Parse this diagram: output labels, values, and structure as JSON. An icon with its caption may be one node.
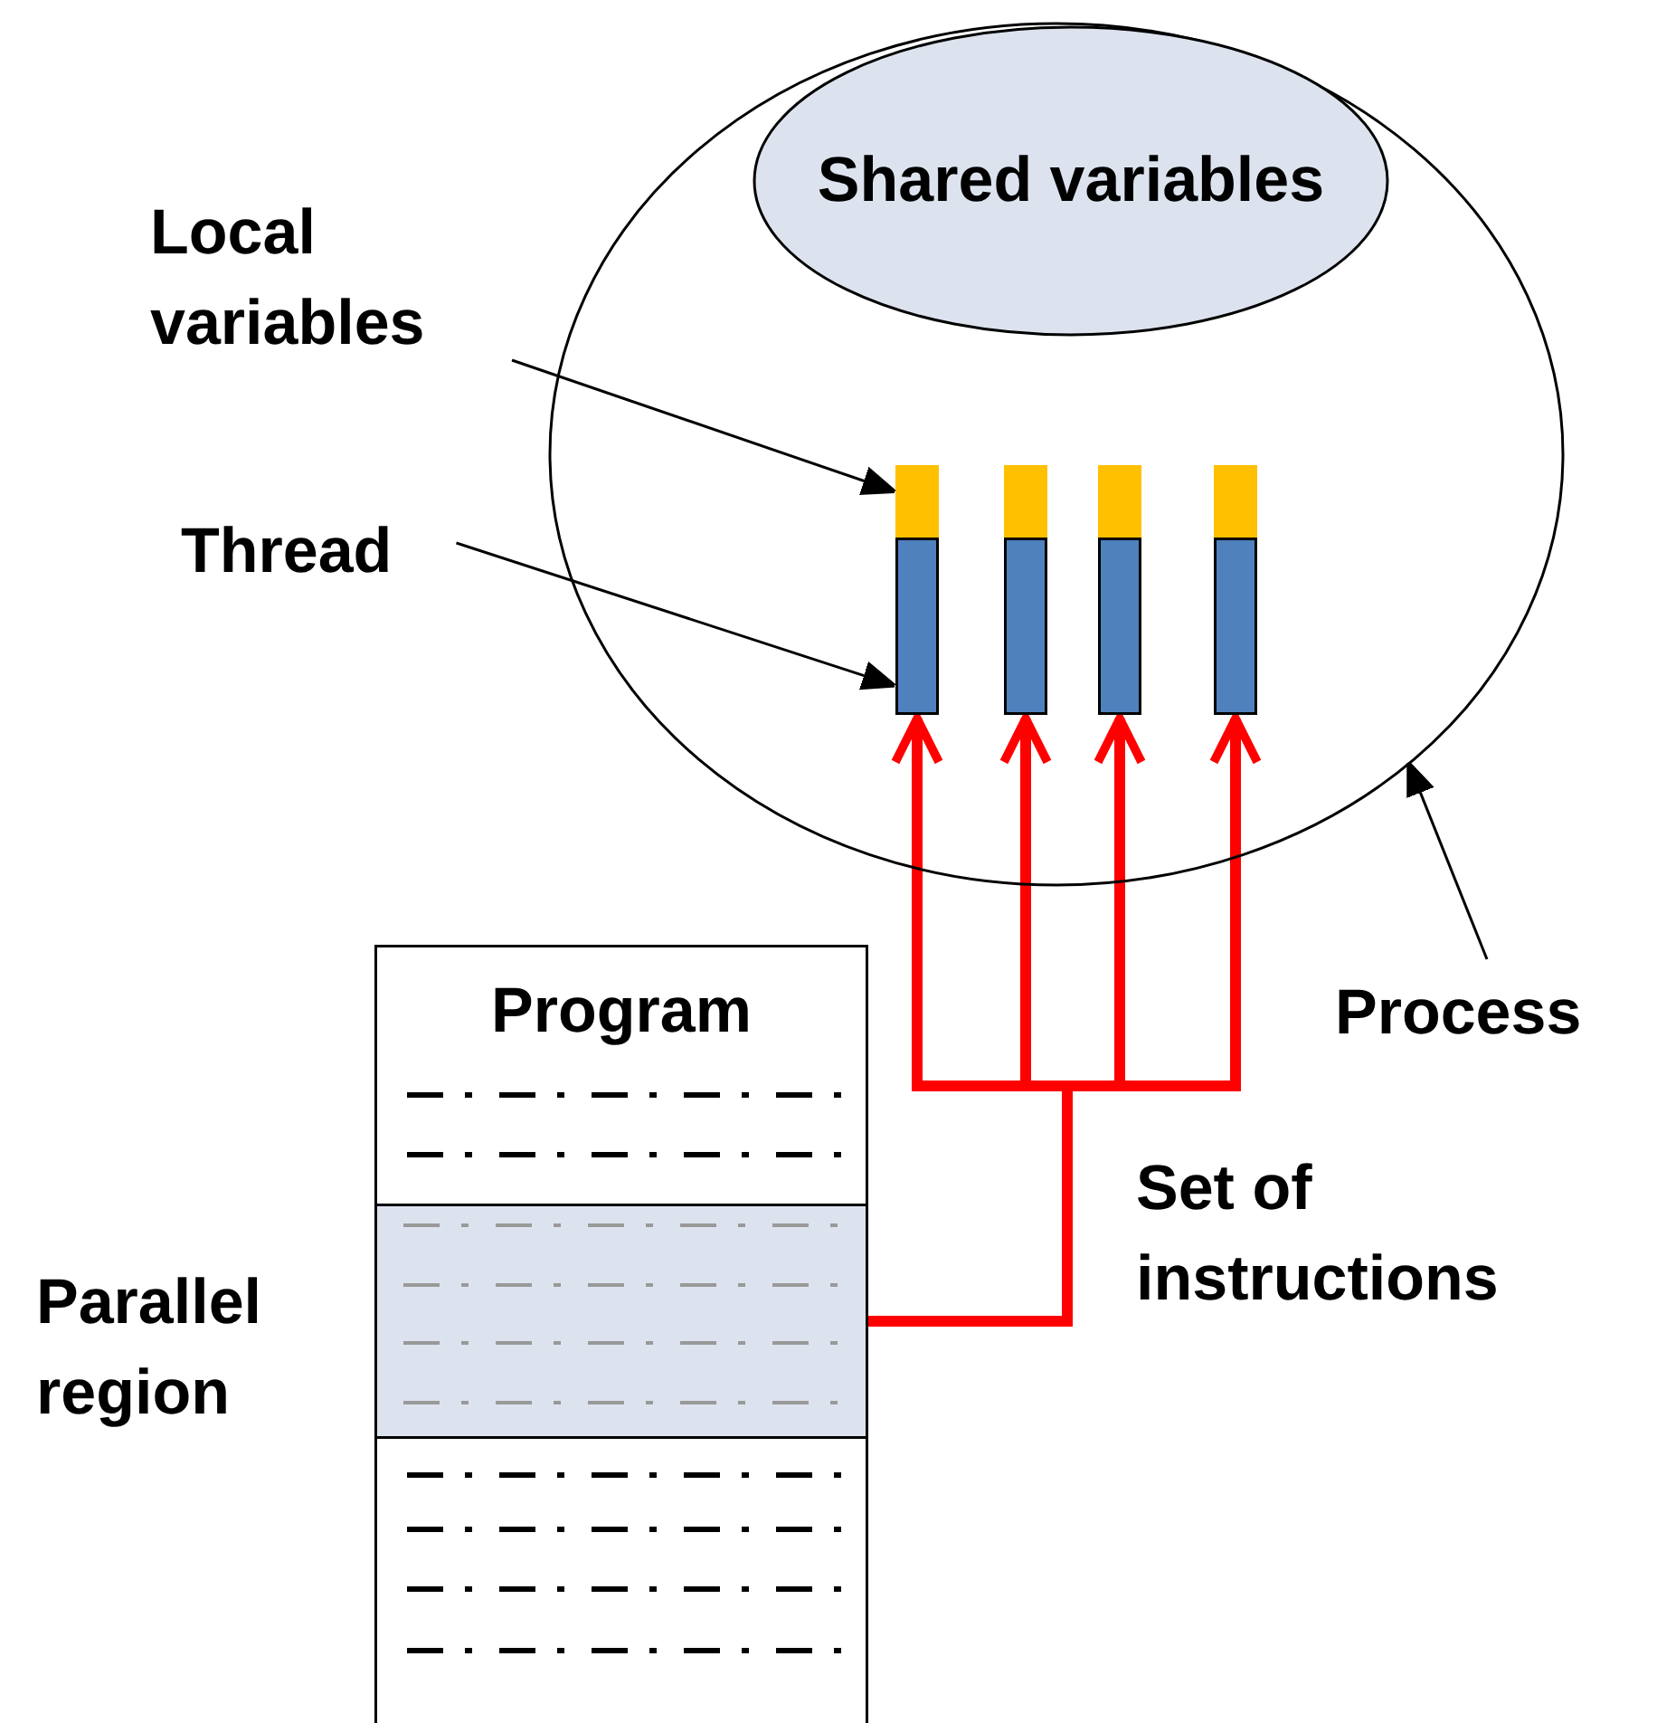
{
  "diagram": {
    "nodes": [
      {
        "text": [],
        "shape": "ellipse"
      },
      {
        "text": [
          "Shared variables"
        ],
        "in": 0
      },
      {
        "text": [],
        "shape": "bar",
        "in": 0
      },
      {
        "text": [],
        "shape": "bar",
        "in": 0
      },
      {
        "text": [],
        "shape": "bar",
        "in": 0
      },
      {
        "text": [],
        "shape": "bar",
        "in": 0
      },
      {
        "text": [],
        "shape": "bar",
        "in": 0
      },
      {
        "text": [],
        "shape": "bar",
        "in": 0
      },
      {
        "text": [],
        "shape": "bar",
        "in": 0
      },
      {
        "text": [],
        "shape": "bar",
        "in": 0
      },
      {
        "text": [
          "Local variables"
        ]
      },
      {
        "text": [
          "Thread"
        ]
      },
      {
        "text": [
          "Process"
        ]
      },
      {
        "text": [
          "Program"
        ]
      },
      {
        "text": [],
        "shape": "bar",
        "in": 13,
        "beside": [
          "Parallel region"
        ]
      }
    ],
    "edges": [
      {
        "from": 10,
        "to": 2,
        "arrow": "to",
        "color": "#000000"
      },
      {
        "from": 11,
        "to": 6,
        "arrow": "to",
        "color": "#000000"
      },
      {
        "from": 12,
        "to": 0,
        "arrow": "to",
        "color": "#000000"
      },
      {
        "from": 14,
        "to": 6,
        "arrow": "to"
      },
      {
        "from": 14,
        "to": 7,
        "arrow": "to"
      },
      {
        "from": 14,
        "to": 8,
        "arrow": "to"
      },
      {
        "from": 14,
        "to": 9,
        "arrow": "to"
      }
    ],
    "labels": [
      "Set of instructions"
    ]
  }
}
